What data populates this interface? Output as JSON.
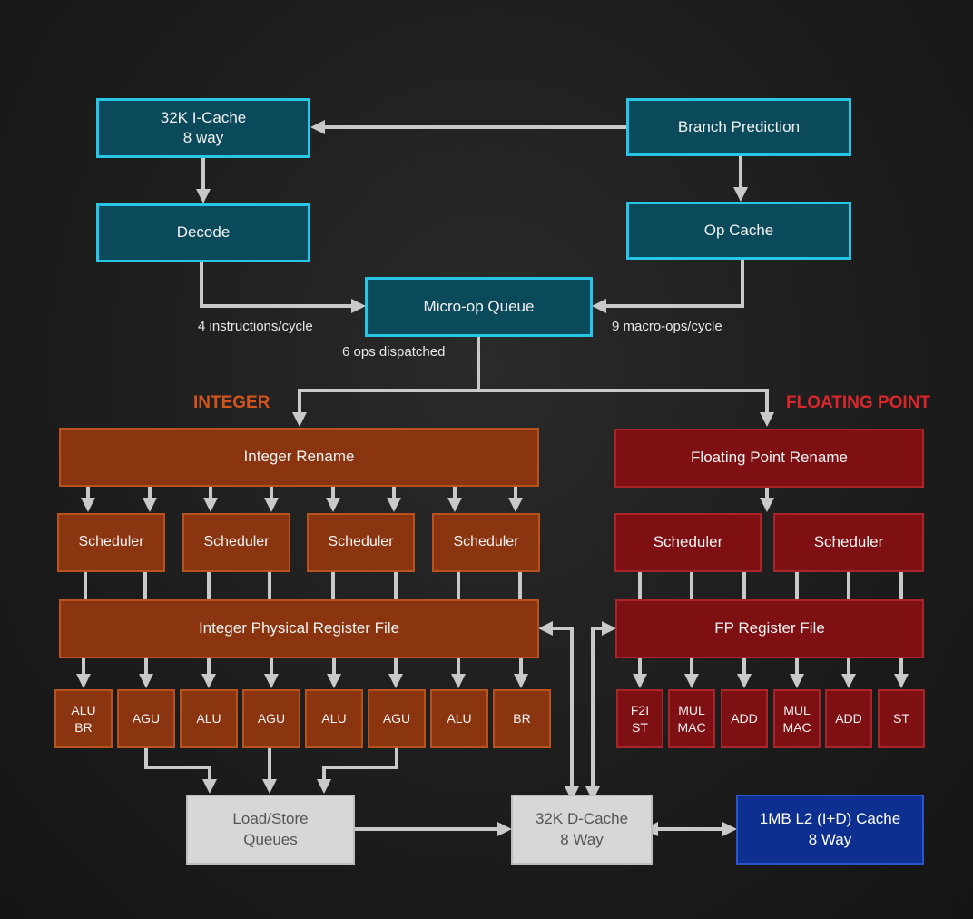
{
  "colors": {
    "teal_fill": "#0b4a5b",
    "teal_border": "#27c6e6",
    "integer_fill": "#8a3410",
    "fp_fill": "#7e0f12",
    "memory_fill": "#d7d7d7",
    "l2_fill": "#0d2f8f",
    "integer_label": "#d2541c",
    "fp_label": "#d8262b",
    "connector": "#c9c9c9"
  },
  "front_end": {
    "icache": "32K I-Cache\n8 way",
    "branch_prediction": "Branch Prediction",
    "decode": "Decode",
    "op_cache": "Op Cache",
    "micro_op_queue": "Micro-op Queue",
    "decode_rate": "4 instructions/cycle",
    "opcache_rate": "9 macro-ops/cycle",
    "dispatch_rate": "6 ops dispatched"
  },
  "integer": {
    "section_label": "INTEGER",
    "rename": "Integer Rename",
    "schedulers": [
      "Scheduler",
      "Scheduler",
      "Scheduler",
      "Scheduler"
    ],
    "register_file": "Integer Physical Register File",
    "units": [
      "ALU\nBR",
      "AGU",
      "ALU",
      "AGU",
      "ALU",
      "AGU",
      "ALU",
      "BR"
    ]
  },
  "floating_point": {
    "section_label": "FLOATING POINT",
    "rename": "Floating Point Rename",
    "schedulers": [
      "Scheduler",
      "Scheduler"
    ],
    "register_file": "FP Register File",
    "units": [
      "F2I\nST",
      "MUL\nMAC",
      "ADD",
      "MUL\nMAC",
      "ADD",
      "ST"
    ]
  },
  "memory": {
    "load_store": "Load/Store\nQueues",
    "dcache": "32K D-Cache\n8 Way",
    "l2": "1MB L2 (I+D) Cache\n8 Way"
  }
}
